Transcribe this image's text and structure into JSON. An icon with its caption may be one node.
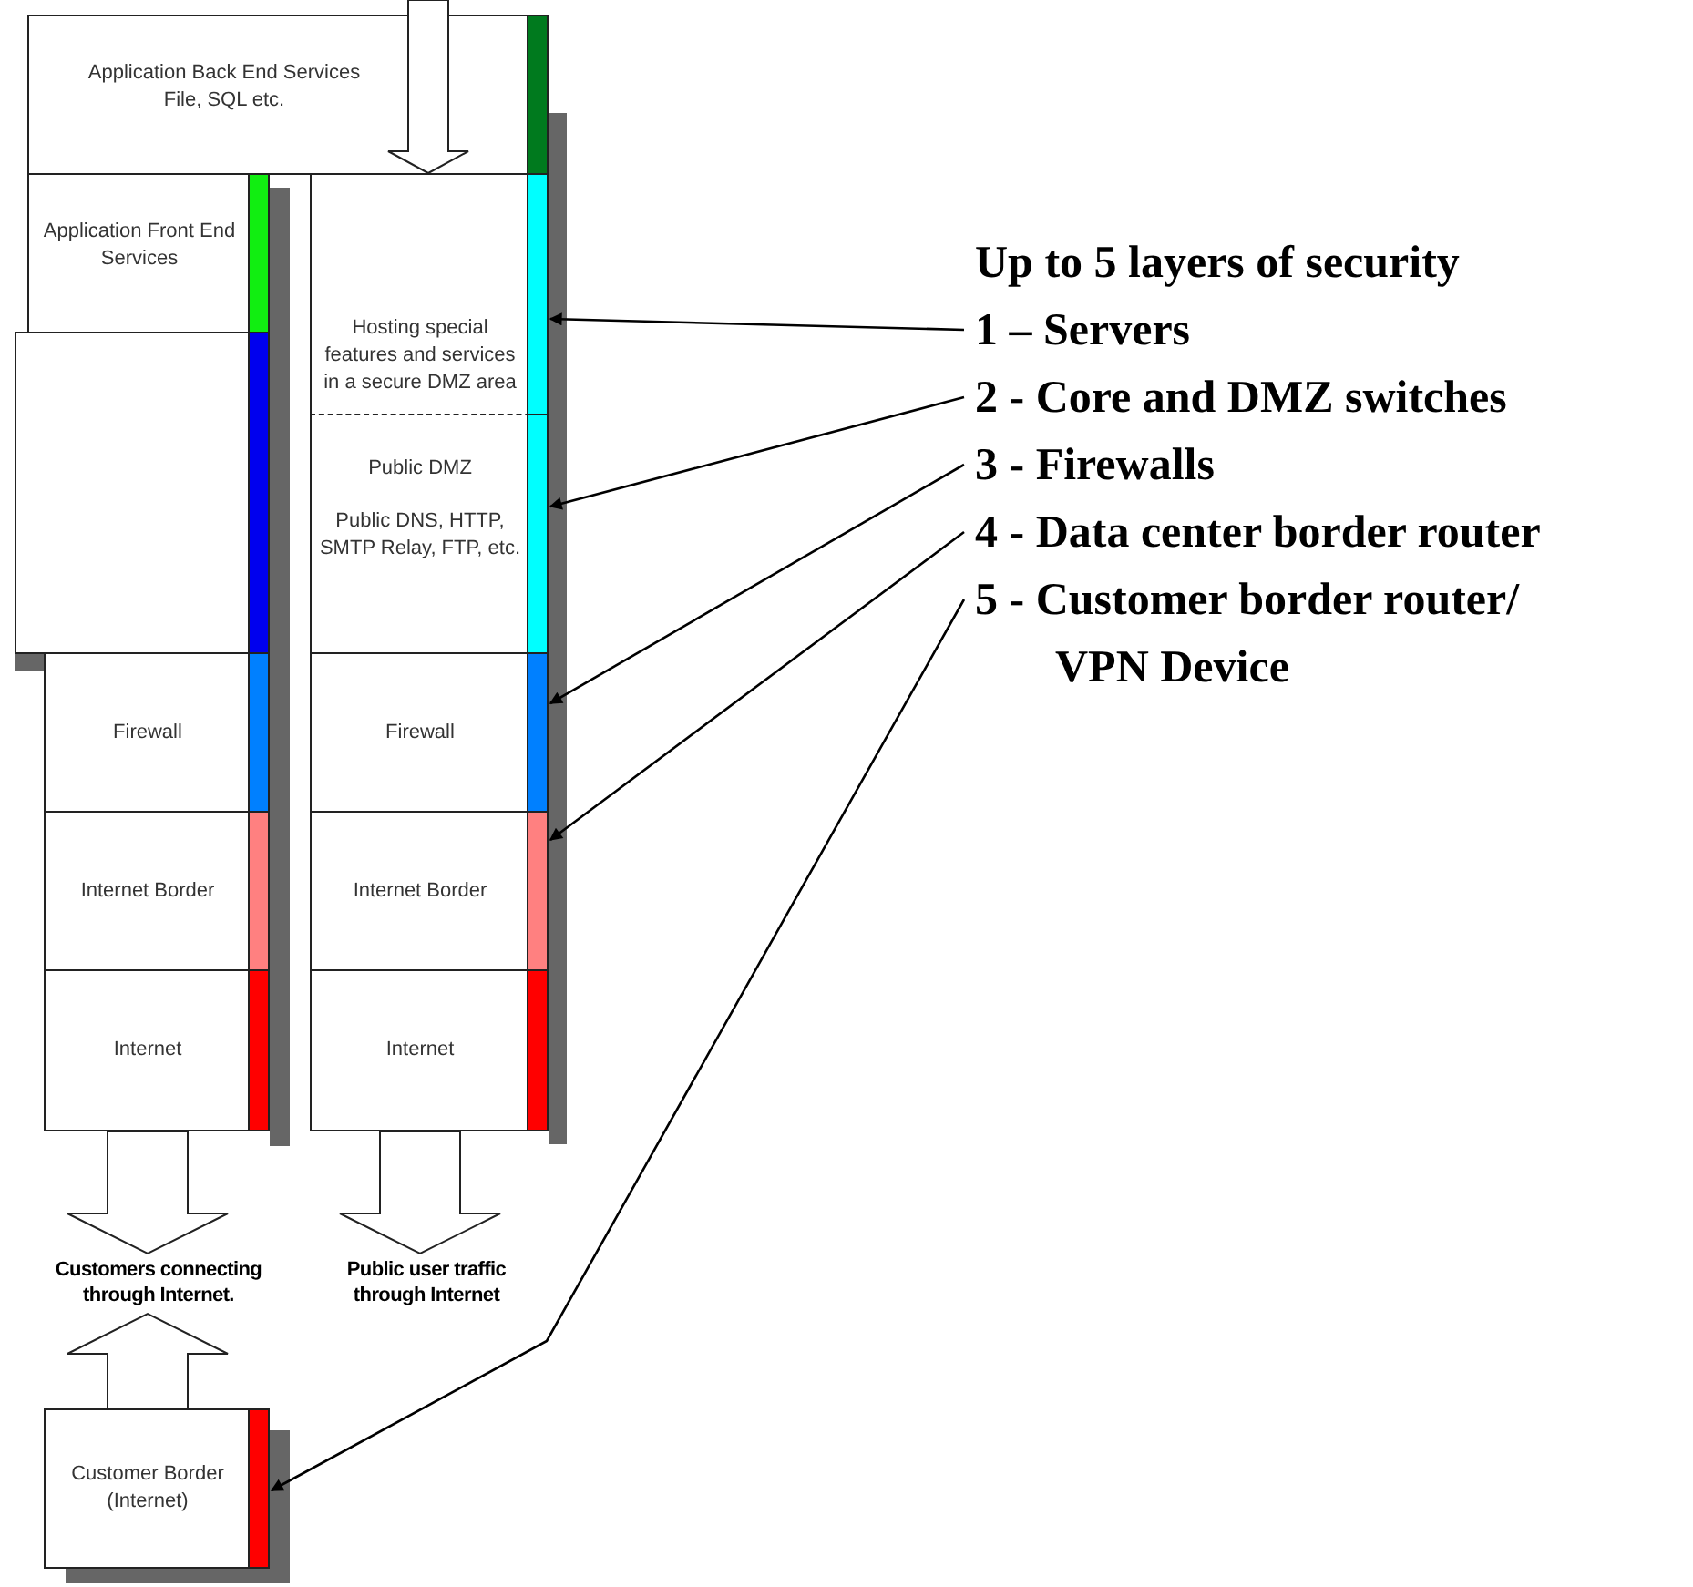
{
  "diagram": {
    "nodes": [
      {
        "text": [
          "Application Back End Services File, SQL etc."
        ]
      },
      {
        "text": [
          "Application Front End Services"
        ]
      },
      {
        "text": [],
        "shape": "box"
      },
      {
        "text": [
          "Hosting special features and services in a secure DMZ area"
        ]
      },
      {
        "text": [
          "Public DMZ",
          "Public DNS, HTTP, SMTP Relay, FTP, etc."
        ]
      },
      {
        "text": [
          "Firewall"
        ]
      },
      {
        "text": [
          "Firewall"
        ]
      },
      {
        "text": [
          "Internet Border"
        ]
      },
      {
        "text": [
          "Internet Border"
        ]
      },
      {
        "text": [
          "Internet"
        ]
      },
      {
        "text": [
          "Internet"
        ]
      },
      {
        "text": [
          "Customers connecting through Internet."
        ]
      },
      {
        "text": [
          "Public user traffic through Internet"
        ]
      },
      {
        "text": [
          "Customer Border (Internet)"
        ]
      },
      {
        "text": [
          "1 – Servers"
        ]
      },
      {
        "text": [
          "2 - Core and DMZ switches"
        ]
      },
      {
        "text": [
          "3 - Firewalls"
        ]
      },
      {
        "text": [
          "4 - Data center border router"
        ]
      },
      {
        "text": [
          "5 - Customer border router/ VPN Device"
        ]
      }
    ],
    "edges": [
      {
        "from": null,
        "to": 3,
        "arrow": "to",
        "style": "thick"
      },
      {
        "from": 9,
        "to": 11,
        "arrow": "to",
        "style": "thick"
      },
      {
        "from": 10,
        "to": 12,
        "arrow": "to",
        "style": "thick"
      },
      {
        "from": 13,
        "to": 11,
        "arrow": "to",
        "style": "thick"
      },
      {
        "from": 14,
        "to": 3,
        "arrow": "to"
      },
      {
        "from": 15,
        "to": 4,
        "arrow": "to"
      },
      {
        "from": 16,
        "to": 6,
        "arrow": "to"
      },
      {
        "from": 17,
        "to": 8,
        "arrow": "to"
      },
      {
        "from": 18,
        "to": 13,
        "arrow": "to"
      }
    ],
    "labels": [
      "Up to 5 layers of security"
    ]
  }
}
